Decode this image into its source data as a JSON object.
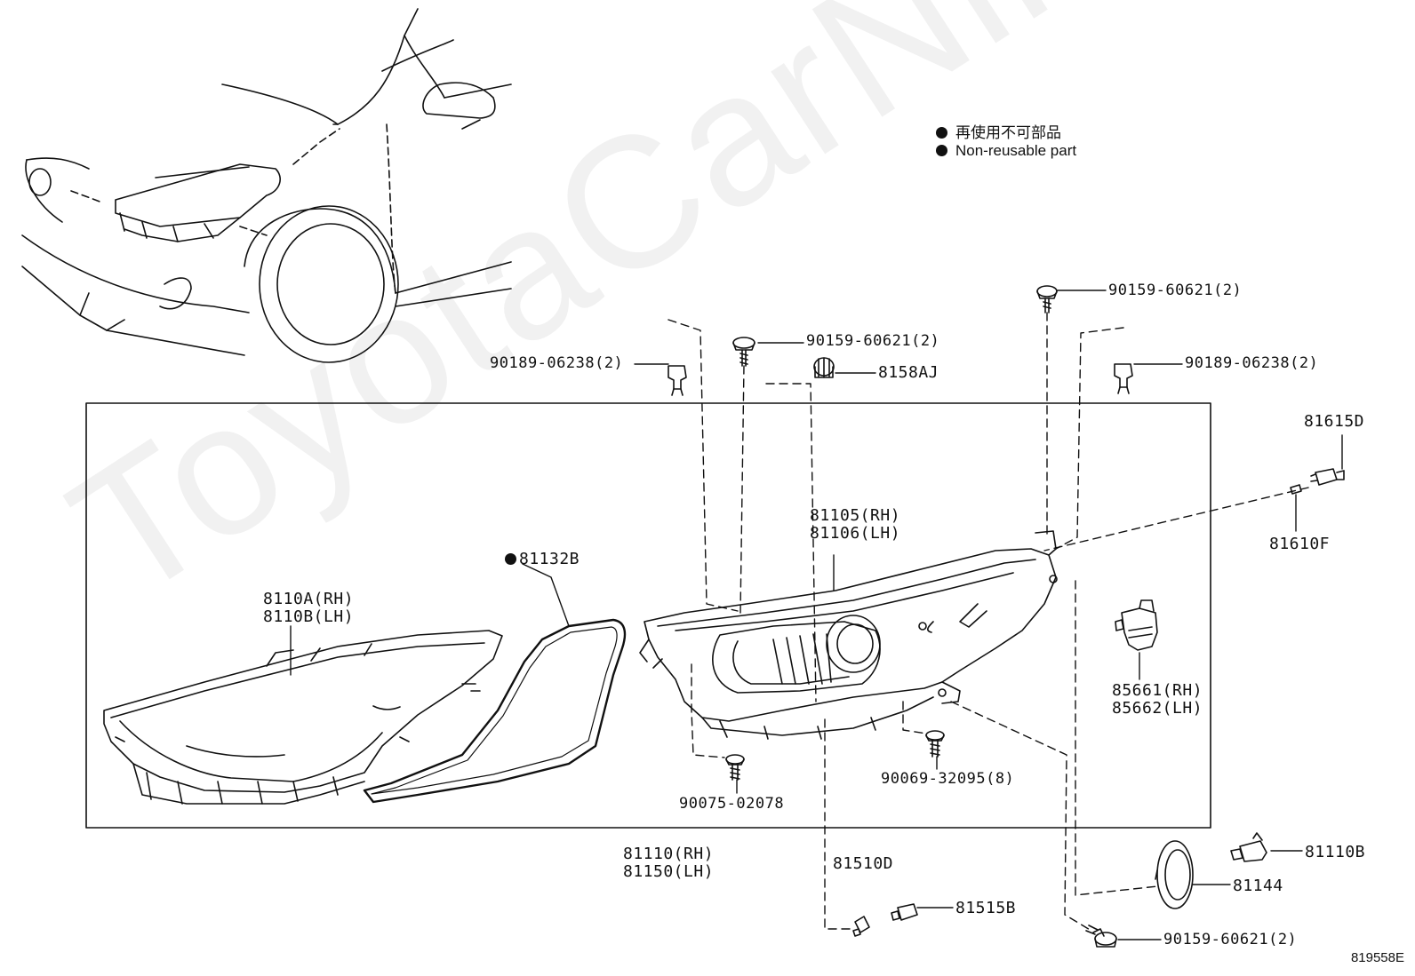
{
  "watermark": "ToyotaCarNine.ru",
  "legend": {
    "jp": "再使用不可部品",
    "en": "Non-reusable part"
  },
  "diagram_id": "819558E",
  "parts": {
    "p90159_top": "90159-60621(2)",
    "p90159_mid": "90159-60621(2)",
    "p90159_bot": "90159-60621(2)",
    "p90189_left": "90189-06238(2)",
    "p90189_right": "90189-06238(2)",
    "p8158AJ": "8158AJ",
    "p81615D": "81615D",
    "p81610F": "81610F",
    "p81105_rh": "81105(RH)",
    "p81106_lh": "81106(LH)",
    "p81132B": "81132B",
    "p8110A_rh": "8110A(RH)",
    "p8110B_lh": "8110B(LH)",
    "p85661_rh": "85661(RH)",
    "p85662_lh": "85662(LH)",
    "p90069": "90069-32095(8)",
    "p90075": "90075-02078",
    "p81110_rh": "81110(RH)",
    "p81150_lh": "81150(LH)",
    "p81510D": "81510D",
    "p81515B": "81515B",
    "p81110B": "81110B",
    "p81144": "81144"
  }
}
